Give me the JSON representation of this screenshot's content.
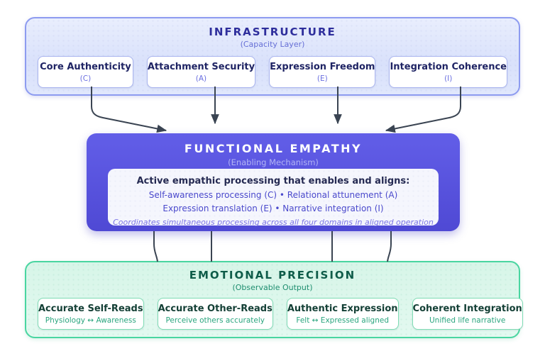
{
  "infrastructure": {
    "title": "INFRASTRUCTURE",
    "subtitle": "(Capacity Layer)",
    "cards": [
      {
        "title": "Core Authenticity",
        "code": "(C)"
      },
      {
        "title": "Attachment Security",
        "code": "(A)"
      },
      {
        "title": "Expression Freedom",
        "code": "(E)"
      },
      {
        "title": "Integration Coherence",
        "code": "(I)"
      }
    ]
  },
  "functional_empathy": {
    "title": "FUNCTIONAL EMPATHY",
    "subtitle": "(Enabling Mechanism)",
    "panel": {
      "heading": "Active empathic processing that enables and aligns:",
      "line1": "Self-awareness processing (C) • Relational attunement (A)",
      "line2": "Expression translation (E) • Narrative integration (I)",
      "note": "Coordinates simultaneous processing across all four domains in aligned operation"
    }
  },
  "emotional_precision": {
    "title": "EMOTIONAL PRECISION",
    "subtitle": "(Observable Output)",
    "cards": [
      {
        "title": "Accurate Self-Reads",
        "subtitle": "Physiology ↔ Awareness"
      },
      {
        "title": "Accurate Other-Reads",
        "subtitle": "Perceive others accurately"
      },
      {
        "title": "Authentic Expression",
        "subtitle": "Felt ↔ Expressed aligned"
      },
      {
        "title": "Coherent Integration",
        "subtitle": "Unified life narrative"
      }
    ]
  },
  "colors": {
    "infra_bg": "#dbe3fb",
    "infra_border": "#8d9bf0",
    "infra_title": "#2e2e9c",
    "empathy_bg": "#5a54dd",
    "empathy_panel_bg": "#f5f6fd",
    "empathy_accent_text": "#4a49cc",
    "precision_bg": "#dcf6ea",
    "precision_border": "#49d5a0",
    "precision_title": "#0e5c49",
    "arrow": "#3a4452"
  }
}
